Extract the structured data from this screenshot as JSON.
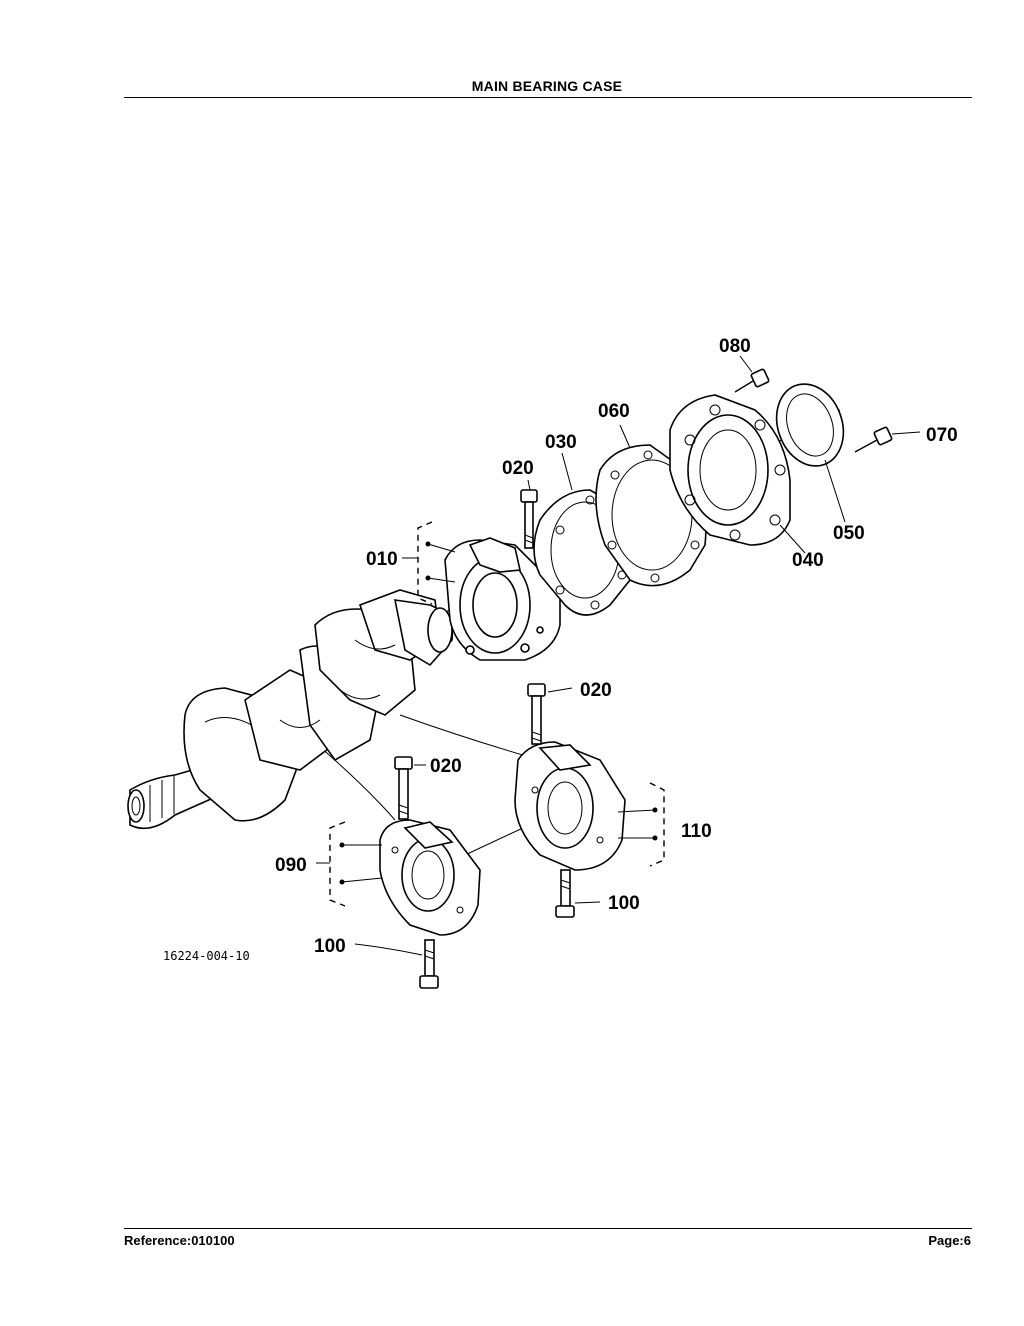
{
  "header": {
    "title": "MAIN BEARING CASE"
  },
  "footer": {
    "reference": "Reference:010100",
    "page": "Page:6"
  },
  "diagram": {
    "figure_number": "16224-004-10",
    "callouts": {
      "c010": "010",
      "c020a": "020",
      "c020b": "020",
      "c020c": "020",
      "c030": "030",
      "c040": "040",
      "c050": "050",
      "c060": "060",
      "c070": "070",
      "c080": "080",
      "c090": "090",
      "c100a": "100",
      "c100b": "100",
      "c110": "110"
    }
  }
}
